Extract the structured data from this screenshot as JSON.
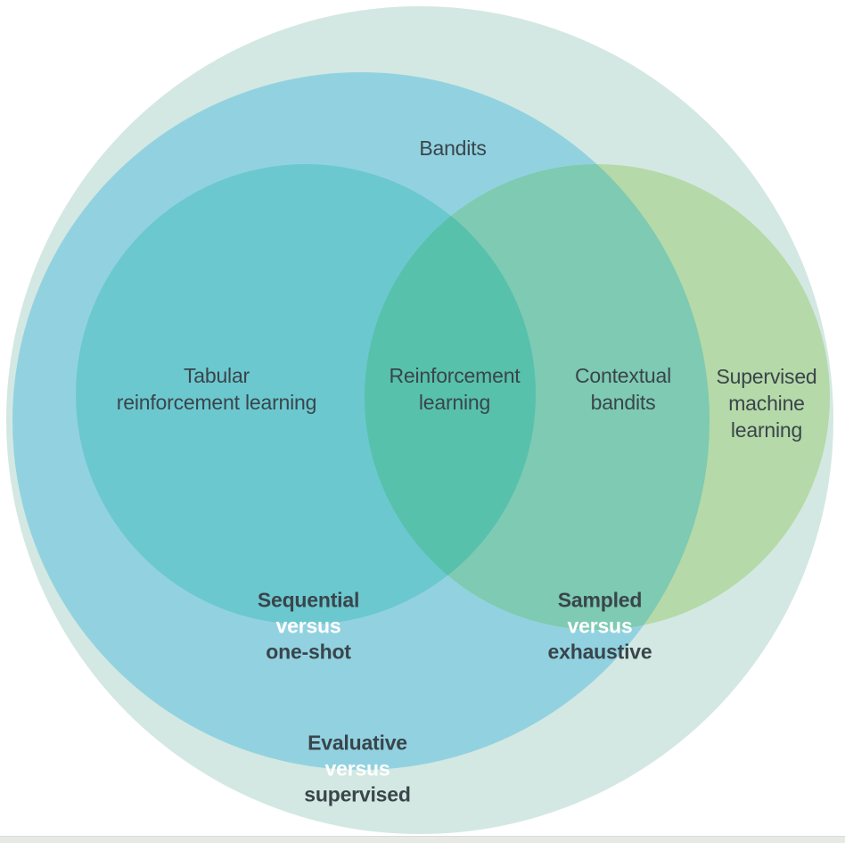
{
  "diagram": {
    "labels": {
      "bandits": {
        "lines": [
          "Bandits"
        ]
      },
      "tabular_rl": {
        "lines": [
          "Tabular",
          "reinforcement learning"
        ]
      },
      "reinforcement_learning": {
        "lines": [
          "Reinforcement",
          "learning"
        ]
      },
      "contextual_bandits": {
        "lines": [
          "Contextual",
          "bandits"
        ]
      },
      "supervised_ml": {
        "lines": [
          "Supervised",
          "machine",
          "learning"
        ]
      },
      "sequential_vs_oneshot": {
        "lines": [
          "Sequential",
          "versus",
          "one-shot"
        ]
      },
      "sampled_vs_exhaustive": {
        "lines": [
          "Sampled",
          "versus",
          "exhaustive"
        ]
      },
      "evaluative_vs_supervised": {
        "lines": [
          "Evaluative",
          "versus",
          "supervised"
        ]
      }
    },
    "colors": {
      "background": "#ffffff",
      "outer_region": "#d3e8e2",
      "bandits_region": "#92d2e0",
      "tabular_region": "#6cc8cf",
      "reinforcement_overlap": "#57c1ab",
      "contextual_region": "#7ecab2",
      "supervised_region": "#b5d9a8",
      "label_dark": "#39454b",
      "label_light": "#ffffff",
      "bottom_bar": "#e7e9e5"
    }
  }
}
